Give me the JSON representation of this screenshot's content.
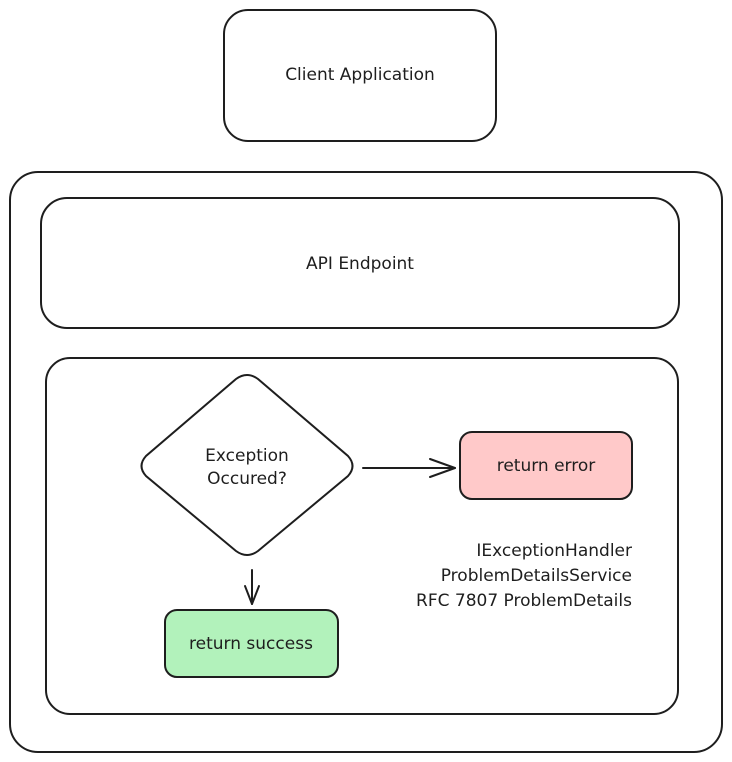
{
  "nodes": {
    "client": {
      "label": "Client Application"
    },
    "endpoint": {
      "label": "API Endpoint"
    },
    "decision": {
      "line1": "Exception",
      "line2": "Occured?"
    },
    "error": {
      "label": "return error"
    },
    "success": {
      "label": "return success"
    }
  },
  "notes": [
    "IExceptionHandler",
    "ProblemDetailsService",
    "RFC 7807 ProblemDetails"
  ],
  "colors": {
    "stroke": "#1e1e1e",
    "error_fill": "#ffc9c9",
    "success_fill": "#b2f2bb",
    "background": "#ffffff"
  }
}
